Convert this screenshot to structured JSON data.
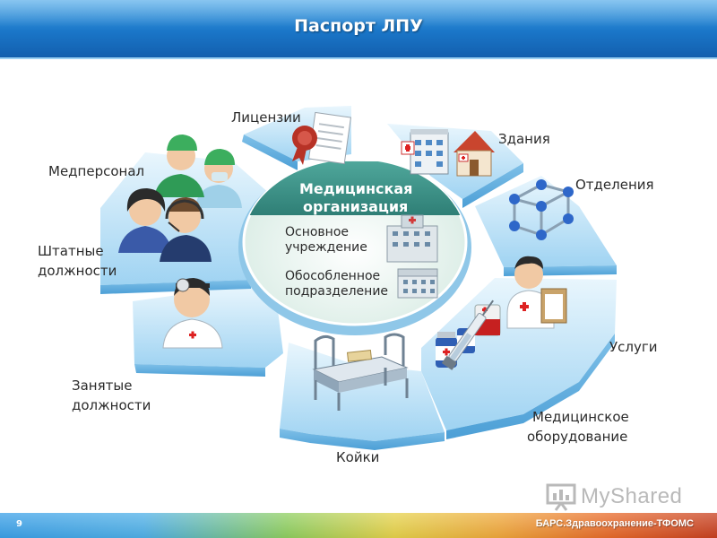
{
  "header": {
    "title": "Паспорт ЛПУ"
  },
  "center": {
    "title_line1": "Медицинская",
    "title_line2": "организация",
    "item1_line1": "Основное",
    "item1_line2": "учреждение",
    "item2_line1": "Обособленное",
    "item2_line2": "подразделение"
  },
  "segments": {
    "licenses": "Лицензии",
    "buildings": "Здания",
    "departments": "Отделения",
    "services": "Услуги",
    "equipment_line1": "Медицинское",
    "equipment_line2": "оборудование",
    "beds": "Койки",
    "occupied_line1": "Занятые",
    "occupied_line2": "должности",
    "staff_positions_line1": "Штатные",
    "staff_positions_line2": "должности",
    "medical_staff": "Медперсонал"
  },
  "footer": {
    "page_number": "9",
    "text": "БАРС.Здравоохранение-ТФОМС"
  },
  "watermark": {
    "text": "MyShared"
  },
  "colors": {
    "header_blue": "#1a76c8",
    "center_green": "#3e8f86",
    "segment_blue": "#bfe3f7"
  }
}
